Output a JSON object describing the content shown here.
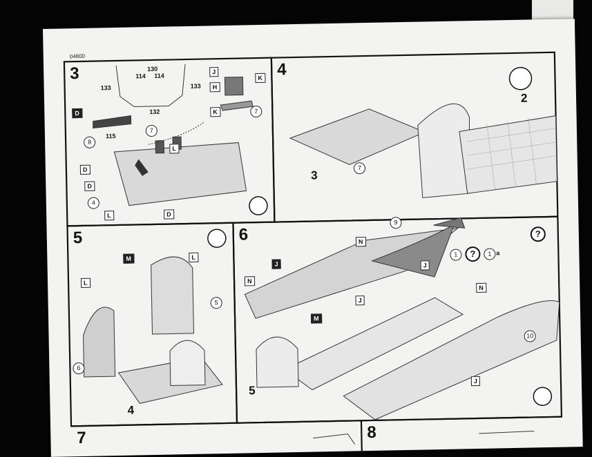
{
  "document": {
    "number": "04800"
  },
  "steps": [
    {
      "label": "3"
    },
    {
      "label": "4"
    },
    {
      "label": "5"
    },
    {
      "label": "6"
    },
    {
      "label": "7"
    },
    {
      "label": "8"
    }
  ],
  "step3": {
    "parts": [
      "130",
      "114",
      "114",
      "133",
      "133",
      "132",
      "115"
    ],
    "circled": [
      "7",
      "8",
      "7"
    ],
    "flags": [
      "J",
      "H",
      "K",
      "K",
      "D",
      "D",
      "D",
      "L",
      "L",
      "D"
    ],
    "sub": "4"
  },
  "step4": {
    "assembly": "3",
    "fuselage": "2",
    "circled": "7"
  },
  "step5": {
    "circled": [
      "5",
      "6"
    ],
    "flags": [
      "M",
      "L",
      "L"
    ],
    "assembly": "4"
  },
  "step6": {
    "circled": [
      "9",
      "1",
      "1",
      "10"
    ],
    "suffix": "a",
    "flags": [
      "N",
      "J",
      "J",
      "N",
      "J",
      "M",
      "N",
      "J"
    ],
    "assembly": "5"
  }
}
